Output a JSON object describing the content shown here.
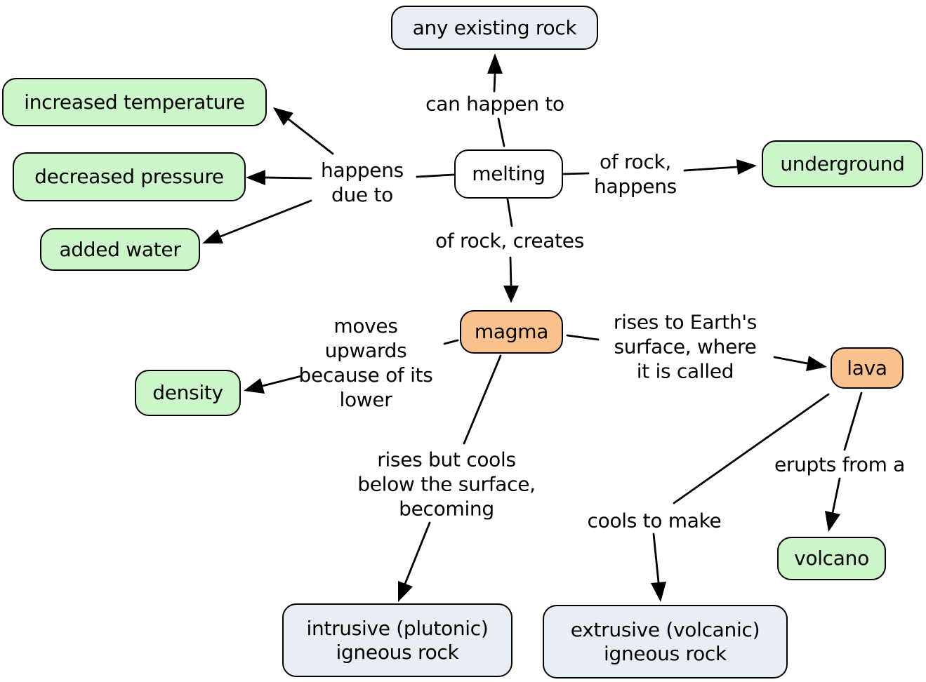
{
  "title": "Concept map: melting of rock, magma, lava and igneous rocks",
  "colors": {
    "canvas_bg": "#ffffff",
    "border_color": "#000000",
    "line_color": "#000000",
    "text_color": "#000000",
    "green": "#ccf5c9",
    "orange": "#f9c28c",
    "gray_blue": "#e8eef3",
    "white_fill": "#ffffff"
  },
  "nodes": {
    "any_existing_rock": {
      "label": "any existing rock",
      "fill": "gray"
    },
    "increased_temperature": {
      "label": "increased temperature",
      "fill": "green"
    },
    "decreased_pressure": {
      "label": "decreased pressure",
      "fill": "green"
    },
    "added_water": {
      "label": "added water",
      "fill": "green"
    },
    "melting": {
      "label": "melting",
      "fill": "white"
    },
    "underground": {
      "label": "underground",
      "fill": "green"
    },
    "magma": {
      "label": "magma",
      "fill": "orange"
    },
    "density": {
      "label": "density",
      "fill": "green"
    },
    "lava": {
      "label": "lava",
      "fill": "orange"
    },
    "volcano": {
      "label": "volcano",
      "fill": "green"
    },
    "intrusive_igneous_rock": {
      "label": "intrusive (plutonic)\nigneous rock",
      "fill": "gray"
    },
    "extrusive_igneous_rock": {
      "label": "extrusive (volcanic)\nigneous rock",
      "fill": "gray"
    }
  },
  "link_labels": {
    "can_happen_to": "can happen to",
    "happens_due_to": "happens\ndue to",
    "of_rock_happens": "of rock,\nhappens",
    "of_rock_creates": "of rock, creates",
    "moves_upwards_because": "moves\nupwards\nbecause of its\nlower",
    "rises_to_surface": "rises to Earth's\nsurface, where\nit is called",
    "rises_but_cools": "rises but cools\nbelow the surface,\nbecoming",
    "cools_to_make": "cools to make",
    "erupts_from_a": "erupts from a"
  },
  "edges": [
    {
      "from": "melting",
      "label": "can happen to",
      "to": "any existing rock"
    },
    {
      "from": "melting",
      "label": "happens due to",
      "to": "increased temperature"
    },
    {
      "from": "melting",
      "label": "happens due to",
      "to": "decreased pressure"
    },
    {
      "from": "melting",
      "label": "happens due to",
      "to": "added water"
    },
    {
      "from": "melting",
      "label": "of rock, happens",
      "to": "underground"
    },
    {
      "from": "melting",
      "label": "of rock, creates",
      "to": "magma"
    },
    {
      "from": "magma",
      "label": "moves upwards because of its lower",
      "to": "density"
    },
    {
      "from": "magma",
      "label": "rises to Earth's surface, where it is called",
      "to": "lava"
    },
    {
      "from": "magma",
      "label": "rises but cools below the surface, becoming",
      "to": "intrusive (plutonic) igneous rock"
    },
    {
      "from": "lava",
      "label": "cools to make",
      "to": "extrusive (volcanic) igneous rock"
    },
    {
      "from": "lava",
      "label": "erupts from a",
      "to": "volcano"
    }
  ]
}
